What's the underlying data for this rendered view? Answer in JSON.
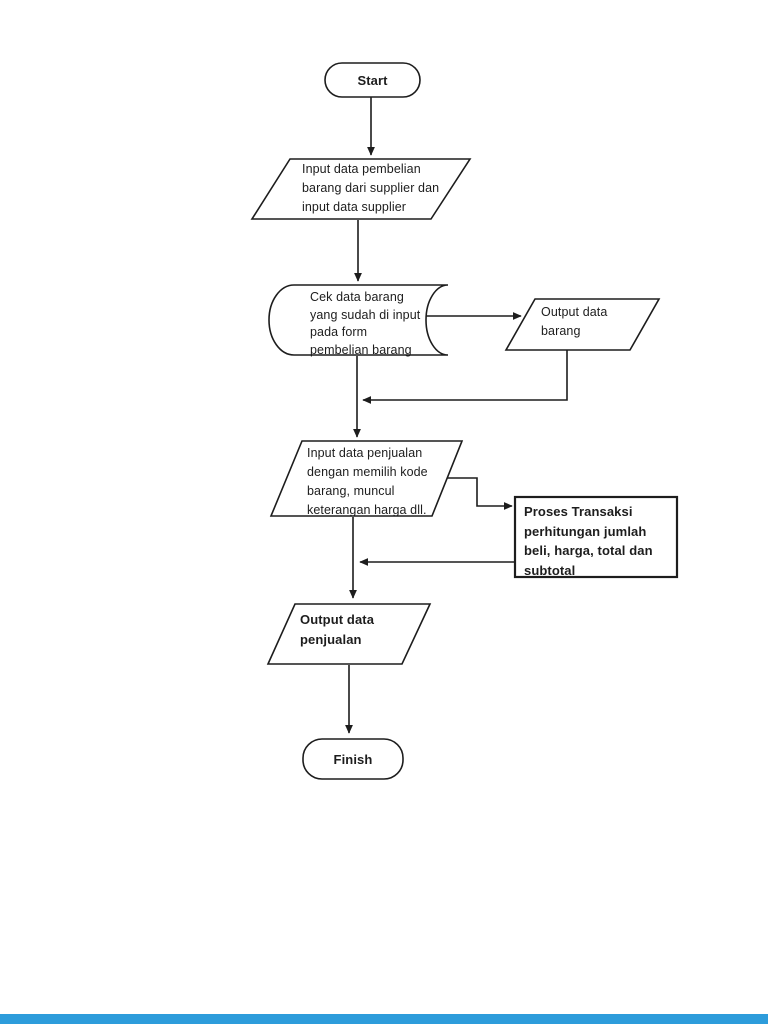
{
  "page": {
    "background_color": "#ffffff",
    "bottom_bar_color": "#2d9cdb",
    "line_color": "#1d1d1d"
  },
  "flowchart": {
    "nodes": [
      {
        "id": "start",
        "type": "terminator",
        "label": "Start"
      },
      {
        "id": "input-pembelian",
        "type": "input-output",
        "label": "Input data pembelian\nbarang dari supplier dan\ninput data supplier"
      },
      {
        "id": "cek-data-barang",
        "type": "stored-data",
        "label": "Cek data barang\nyang sudah di input\npada form\npembelian barang"
      },
      {
        "id": "output-barang",
        "type": "input-output",
        "label": "Output data\nbarang"
      },
      {
        "id": "input-penjualan",
        "type": "input-output",
        "label": "Input data penjualan\ndengan memilih kode\nbarang, muncul\nketerangan harga dll."
      },
      {
        "id": "proses-transaksi",
        "type": "process",
        "label": "Proses Transaksi\nperhitungan jumlah\nbeli, harga, total dan\nsubtotal"
      },
      {
        "id": "output-penjualan",
        "type": "input-output",
        "label": "Output data\npenjualan"
      },
      {
        "id": "finish",
        "type": "terminator",
        "label": "Finish"
      }
    ],
    "edges": [
      {
        "from": "start",
        "to": "input-pembelian"
      },
      {
        "from": "input-pembelian",
        "to": "cek-data-barang"
      },
      {
        "from": "cek-data-barang",
        "to": "output-barang"
      },
      {
        "from": "output-barang",
        "to": "input-penjualan"
      },
      {
        "from": "cek-data-barang",
        "to": "input-penjualan"
      },
      {
        "from": "input-penjualan",
        "to": "proses-transaksi"
      },
      {
        "from": "proses-transaksi",
        "to": "output-penjualan"
      },
      {
        "from": "input-penjualan",
        "to": "output-penjualan"
      },
      {
        "from": "output-penjualan",
        "to": "finish"
      }
    ]
  }
}
